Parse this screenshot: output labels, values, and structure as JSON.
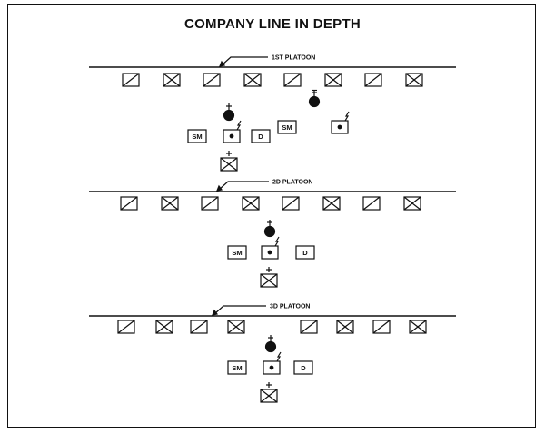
{
  "title": "COMPANY LINE IN DEPTH",
  "platoons": [
    {
      "label": "1ST PLATOON"
    },
    {
      "label": "2D PLATOON"
    },
    {
      "label": "3D PLATOON"
    }
  ],
  "sections": {
    "squad_machinegun": "SM",
    "dragon": "D"
  },
  "icons": {
    "infantry_squad": "x-box",
    "armored_squad": "slash-box",
    "platoon_leader": "filled-circle-plus",
    "platoon_hq": "dot-box-flag",
    "reserve_squad": "x-box-plus"
  }
}
